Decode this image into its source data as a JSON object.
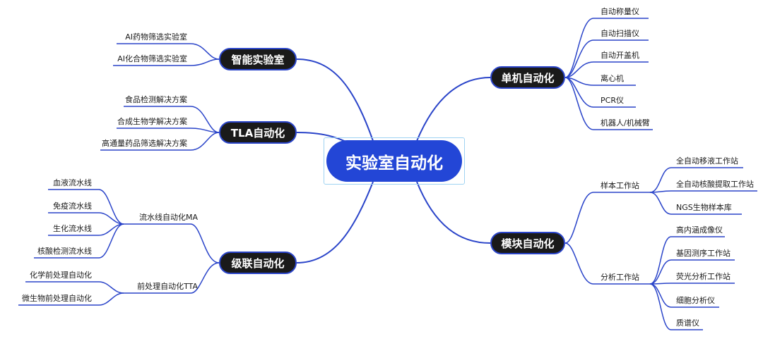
{
  "central": "实验室自动化",
  "left": [
    {
      "label": "智能实验室",
      "children": [
        "AI药物筛选实验室",
        "AI化合物筛选实验室"
      ]
    },
    {
      "label": "TLA自动化",
      "children": [
        "食品检测解决方案",
        "合成生物学解决方案",
        "高通量药品筛选解决方案"
      ]
    },
    {
      "label": "级联自动化",
      "children": [
        {
          "label": "流水线自动化MA",
          "children": [
            "血液流水线",
            "免疫流水线",
            "生化流水线",
            "核酸检测流水线"
          ]
        },
        {
          "label": "前处理自动化TTA",
          "children": [
            "化学前处理自动化",
            "微生物前处理自动化"
          ]
        }
      ]
    }
  ],
  "right": [
    {
      "label": "单机自动化",
      "children": [
        "自动称量仪",
        "自动扫描仪",
        "自动开盖机",
        "离心机",
        "PCR仪",
        "机器人/机械臂"
      ]
    },
    {
      "label": "模块自动化",
      "children": [
        {
          "label": "样本工作站",
          "children": [
            "全自动移液工作站",
            "全自动核酸提取工作站",
            "NGS生物样本库"
          ]
        },
        {
          "label": "分析工作站",
          "children": [
            "高内涵成像仪",
            "基因测序工作站",
            "荧光分析工作站",
            "细胞分析仪",
            "质谱仪"
          ]
        }
      ]
    }
  ],
  "colors": {
    "line": "#2a44c9",
    "central": "#2346d6",
    "main_fill": "#1a1a1a",
    "frame": "#9fd3f2"
  }
}
